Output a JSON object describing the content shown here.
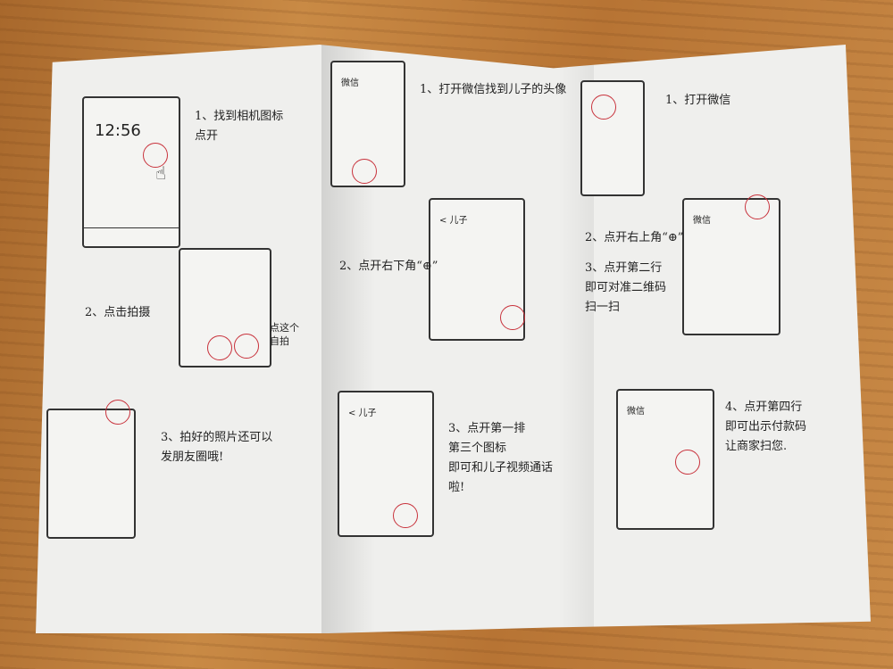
{
  "column_1": {
    "step1": "1、找到相机图标\n   点开",
    "clock": "12:56",
    "step2": "2、点击拍摄",
    "selfie_note": "点这个\n自拍",
    "step3": "3、拍好的照片还可以\n   发朋友圈哦!"
  },
  "column_2": {
    "step1": "1、打开微信找到儿子的头像",
    "app_title": "微信",
    "chat_title": "< 儿子",
    "step2": "2、点开右下角“⊕”",
    "step3": "3、点开第一排\n   第三个图标\n即可和儿子视频通话\n       啦!"
  },
  "column_3": {
    "step1": "1、打开微信",
    "app_title": "微信",
    "step2": "2、点开右上角“⊕”",
    "step3": "3、点开第二行\n即可对准二维码\n  扫一扫",
    "step4": "4、点开第四行\n即可出示付款码\n让商家扫您."
  }
}
